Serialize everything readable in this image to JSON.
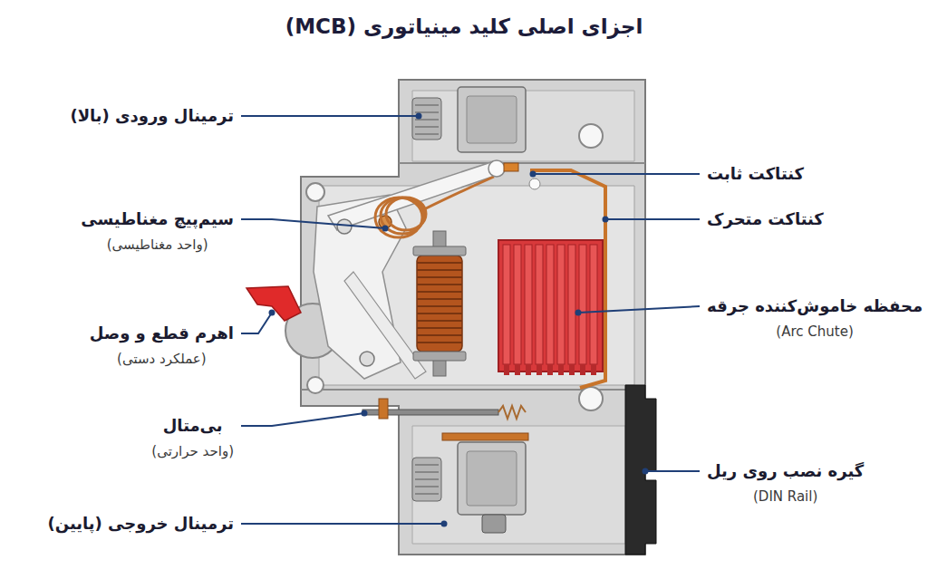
{
  "diagram": {
    "title": "اجزای اصلی کلید مینیاتوری (MCB)",
    "labels": [
      "ترمینال ورودی (بالا)",
      "سیم‌پیچ مغناطیسی",
      "(واحد مغناطیسی)",
      "اهرم قطع و وصل",
      "(عملکرد دستی)",
      "بی‌متال",
      "(واحد حرارتی)",
      "ترمینال خروجی (پایین)",
      "کنتاکت ثابت",
      "کنتاکت متحرک",
      "محفظه خاموش‌کننده جرقه",
      "(Arc Chute)",
      "گیره نصب روی ریل",
      "(DIN Rail)"
    ]
  }
}
